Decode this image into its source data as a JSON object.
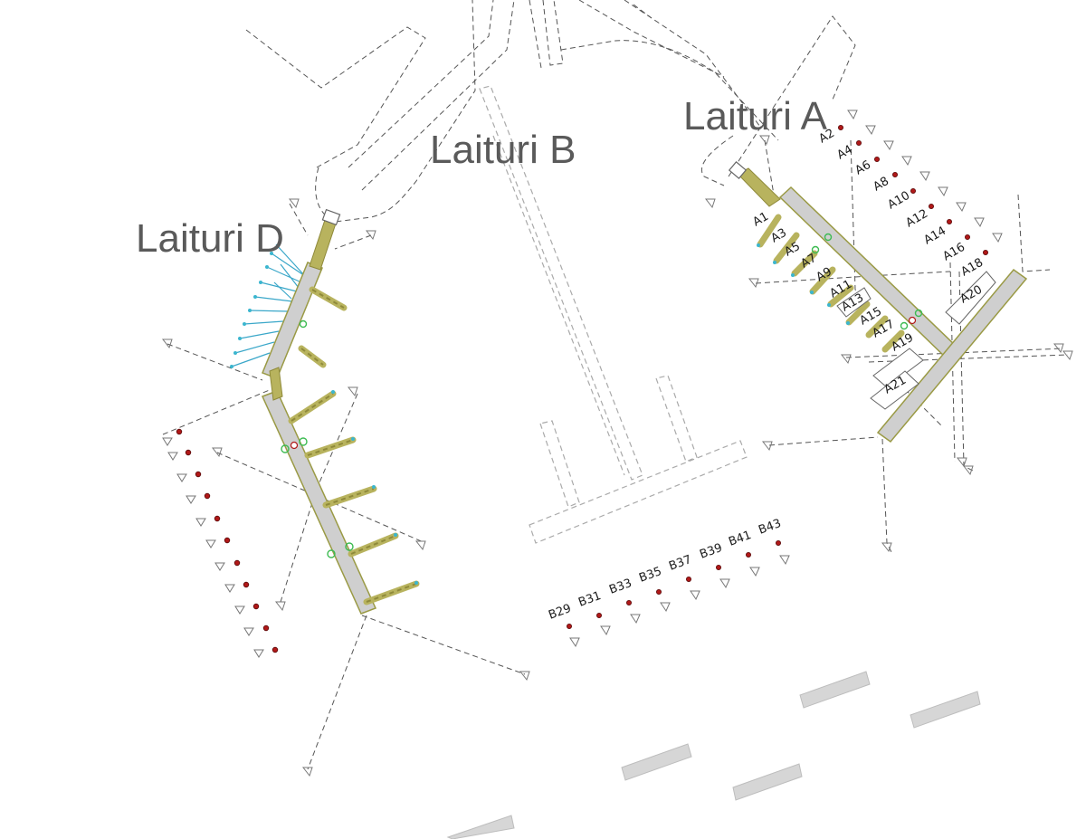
{
  "piers": {
    "a": "Laituri A",
    "b": "Laituri B",
    "d": "Laituri D"
  },
  "stands_a": [
    "A1",
    "A2",
    "A3",
    "A4",
    "A5",
    "A6",
    "A7",
    "A8",
    "A9",
    "A10",
    "A11",
    "A12",
    "A13",
    "A14",
    "A15",
    "A16",
    "A17",
    "A18",
    "A19",
    "A20",
    "A21"
  ],
  "stands_b": [
    "B29",
    "B31",
    "B33",
    "B35",
    "B37",
    "B39",
    "B41",
    "B43"
  ],
  "icons": {
    "stand_marker": "stand-position-icon",
    "parking_dot": "stand-dot-icon",
    "gate_ring": "gate-ring-icon"
  },
  "colors": {
    "terminal_fill": "#cfcfcf",
    "bridge": "#b8b35e",
    "stand_dot": "#b01818",
    "gate_ring": "#3dbb52",
    "tail": "#3bb6cf",
    "label": "#5a5a5a"
  }
}
